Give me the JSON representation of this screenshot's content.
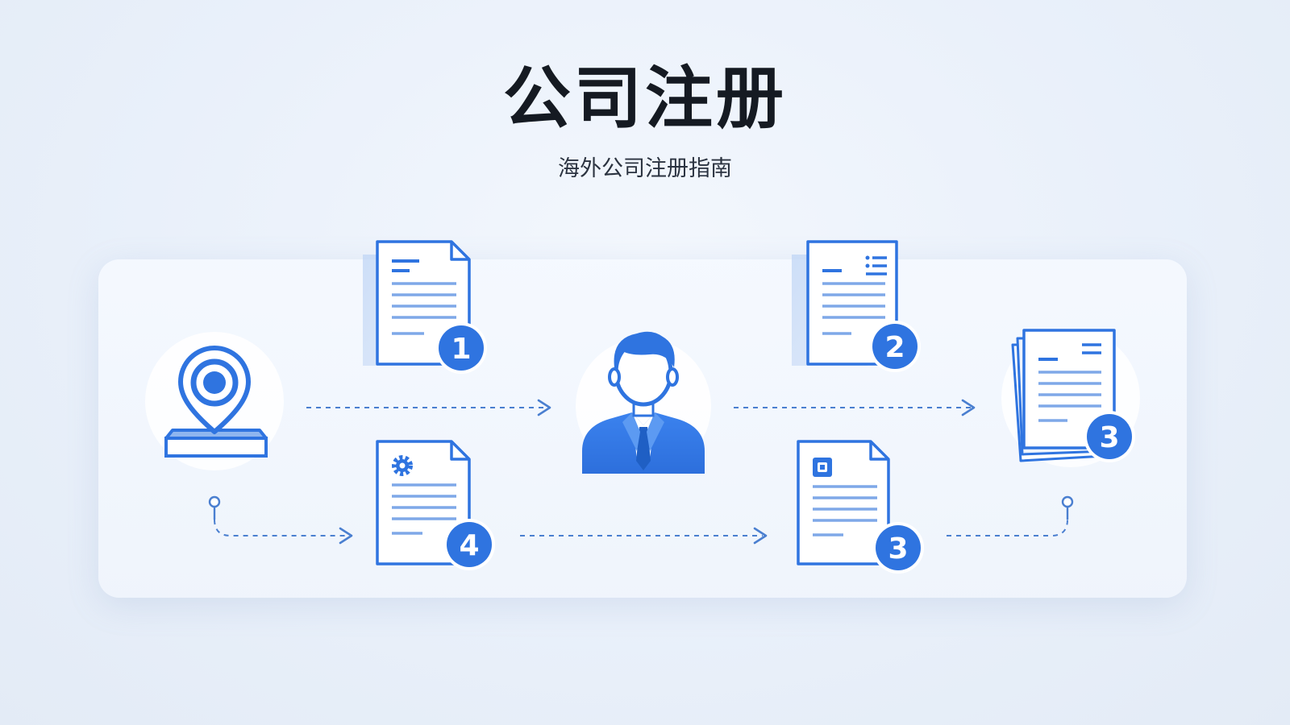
{
  "header": {
    "title": "公司注册",
    "subtitle": "海外公司注册指南"
  },
  "steps": {
    "doc_top_left_badge": "1",
    "doc_top_right_badge": "2",
    "doc_right_stack_badge": "3",
    "doc_bottom_left_badge": "4",
    "doc_bottom_middle_badge": "3"
  },
  "icons": {
    "start": "location-pin-icon",
    "center": "businessman-icon",
    "doc1": "document-icon",
    "doc2": "list-document-icon",
    "doc3": "document-stack-icon",
    "doc4": "settings-document-icon",
    "doc5": "stamp-document-icon"
  },
  "colors": {
    "accent": "#2f74e0",
    "accent_light": "#4d8ff0",
    "line": "#4a7fd0",
    "title": "#151a22"
  }
}
